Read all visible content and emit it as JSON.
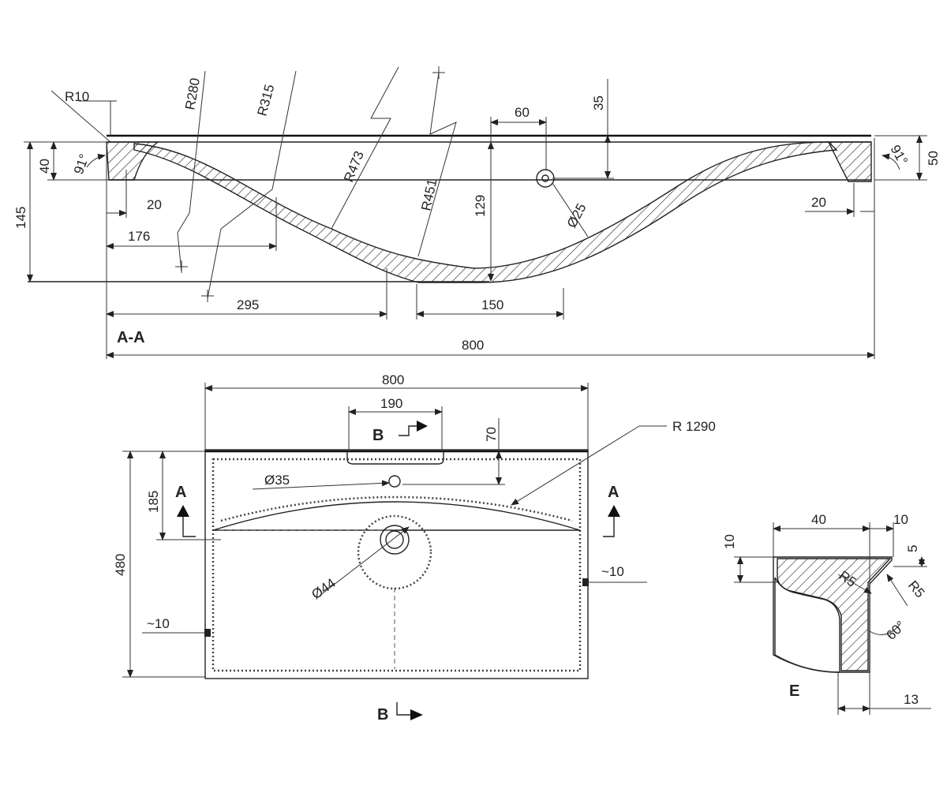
{
  "section_aa": {
    "label": "A-A",
    "dims": {
      "r10": "R10",
      "r280": "R280",
      "r315": "R315",
      "r473": "R473",
      "r451": "R451",
      "d60": "60",
      "d35": "35",
      "d129": "129",
      "dia25": "Ø25",
      "d40": "40",
      "d50": "50",
      "ang_left": "91°",
      "ang_right": "91°",
      "d20_left": "20",
      "d20_right": "20",
      "d145": "145",
      "d176": "176",
      "d295": "295",
      "d150": "150",
      "d800": "800"
    }
  },
  "plan_view": {
    "dims": {
      "d800": "800",
      "d190": "190",
      "d70": "70",
      "r1290": "R 1290",
      "dia35": "Ø35",
      "d185": "185",
      "d480": "480",
      "dia44": "Ø44",
      "m10_right": "~10",
      "m10_left": "~10"
    },
    "section_marks": {
      "a_left": "A",
      "a_right": "A",
      "b_top": "B",
      "b_bottom": "B"
    }
  },
  "detail_e": {
    "label": "E",
    "dims": {
      "d40": "40",
      "d10_top": "10",
      "d10_left": "10",
      "d5": "5",
      "r5_a": "R5",
      "r5_b": "R5",
      "ang60": "60°",
      "d13": "13"
    }
  }
}
